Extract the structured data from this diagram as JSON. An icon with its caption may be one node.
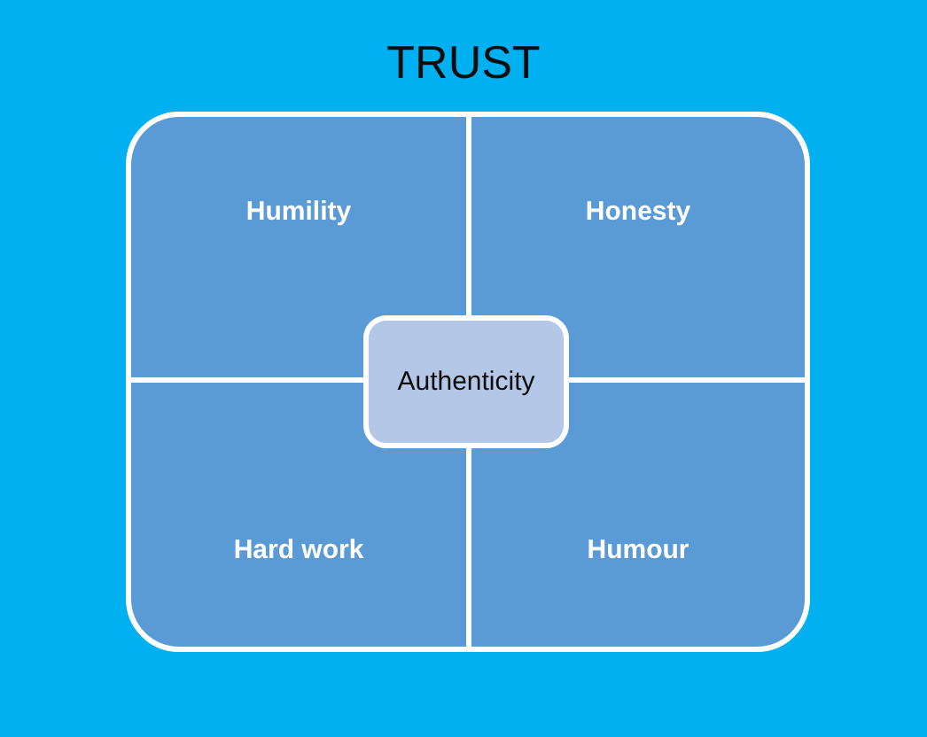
{
  "diagram": {
    "title": "TRUST",
    "nodes": [
      {
        "text": [
          "Humility"
        ]
      },
      {
        "text": [
          "Honesty"
        ]
      },
      {
        "text": [
          "Authenticity"
        ]
      },
      {
        "text": [
          "Hard work"
        ]
      },
      {
        "text": [
          "Humour"
        ]
      }
    ]
  }
}
